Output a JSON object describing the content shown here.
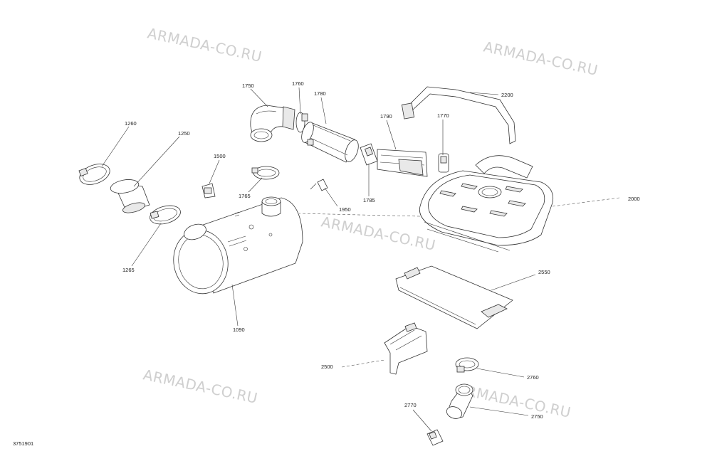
{
  "watermark": "ARMADA-CO.RU",
  "figure_id": "3751901",
  "callouts": [
    "1260",
    "1250",
    "1265",
    "1750",
    "1760",
    "1780",
    "1500",
    "1765",
    "1950",
    "1790",
    "1785",
    "1770",
    "2200",
    "2000",
    "1090",
    "2550",
    "2500",
    "2760",
    "2750",
    "2770"
  ]
}
